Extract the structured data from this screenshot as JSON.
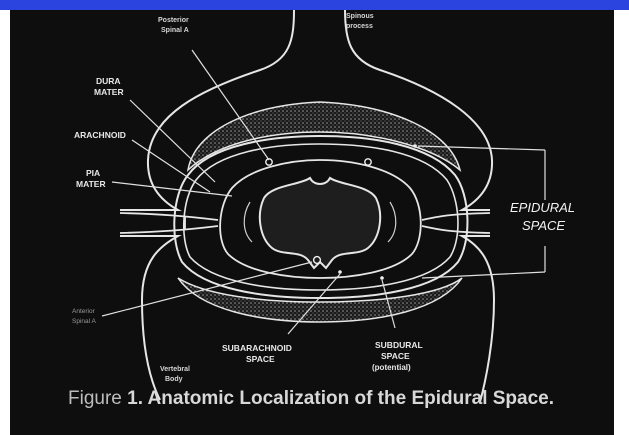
{
  "colors": {
    "top_bar": "#2b44e0",
    "slide_bg": "#0e0e0e",
    "line": "#ececec"
  },
  "labels": {
    "posterior_spinal_line1": "Posterior",
    "posterior_spinal_line2": "Spinal A",
    "spinous_line1": "Spinous",
    "spinous_line2": "process",
    "dura_line1": "DURA",
    "dura_line2": "MATER",
    "arachnoid": "ARACHNOID",
    "pia_line1": "PIA",
    "pia_line2": "MATER",
    "epidural_line1": "EPIDURAL",
    "epidural_line2": "SPACE",
    "anterior_line1": "Anterior",
    "anterior_line2": "Spinal A",
    "subarachnoid_line1": "SUBARACHNOID",
    "subarachnoid_line2": "SPACE",
    "subdural_line1": "SUBDURAL",
    "subdural_line2": "SPACE",
    "subdural_line3": "(potential)",
    "vertebral_line1": "Vertebral",
    "vertebral_line2": "Body"
  },
  "caption": {
    "prefix": "Figure",
    "rest": " 1. Anatomic Localization of the Epidural Space."
  }
}
